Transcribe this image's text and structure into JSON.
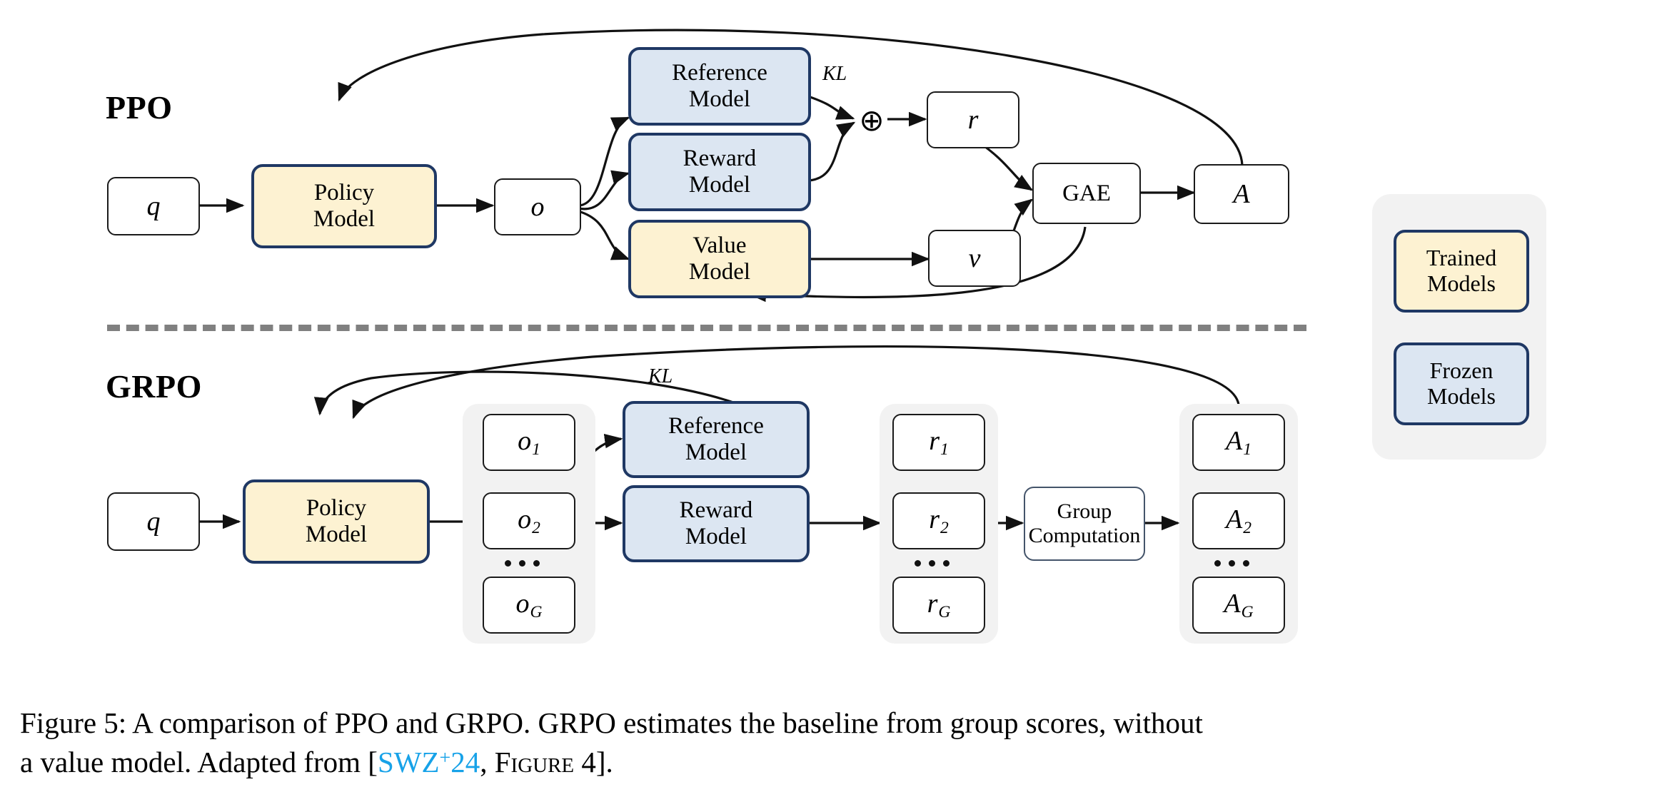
{
  "figure": {
    "rows": [
      {
        "id": "ppo",
        "label": "PPO"
      },
      {
        "id": "grpo",
        "label": "GRPO"
      }
    ],
    "legend": {
      "trained": "Trained Models",
      "trained_line1": "Trained",
      "trained_line2": "Models",
      "frozen": "Frozen Models",
      "frozen_line1": "Frozen",
      "frozen_line2": "Models"
    },
    "edge_labels": {
      "kl_ppo": "KL",
      "kl_grpo": "KL"
    },
    "ppo": {
      "q": "q",
      "policy_line1": "Policy",
      "policy_line2": "Model",
      "o": "o",
      "reference_line1": "Reference",
      "reference_line2": "Model",
      "reward_line1": "Reward",
      "reward_line2": "Model",
      "value_line1": "Value",
      "value_line2": "Model",
      "oplus": "⊕",
      "r": "r",
      "v": "v",
      "gae": "GAE",
      "a": "A"
    },
    "grpo": {
      "q": "q",
      "policy_line1": "Policy",
      "policy_line2": "Model",
      "outputs": [
        {
          "base": "o",
          "sub": "1"
        },
        {
          "base": "o",
          "sub": "2"
        },
        {
          "base": "o",
          "sub": "G"
        }
      ],
      "reference_line1": "Reference",
      "reference_line2": "Model",
      "reward_line1": "Reward",
      "reward_line2": "Model",
      "rewards": [
        {
          "base": "r",
          "sub": "1"
        },
        {
          "base": "r",
          "sub": "2"
        },
        {
          "base": "r",
          "sub": "G"
        }
      ],
      "group_line1": "Group",
      "group_line2": "Computation",
      "advantages": [
        {
          "base": "A",
          "sub": "1"
        },
        {
          "base": "A",
          "sub": "2"
        },
        {
          "base": "A",
          "sub": "G"
        }
      ]
    }
  },
  "caption": {
    "line1_part1": "Figure 5: A comparison of PPO and GRPO. GRPO estimates the baseline from group scores, without",
    "line2_part1": "a value model.  Adapted from [",
    "citation_key": "SWZ",
    "citation_sup": "+",
    "citation_year": "24",
    "line2_part2": ", ",
    "figure_ref": "Figure 4",
    "line2_part3": "]."
  },
  "colors": {
    "trained_fill": "#fdf2d2",
    "frozen_fill": "#dce6f2",
    "model_border": "#1f3864",
    "group_bg": "#f2f2f2",
    "divider": "#808080",
    "citation_link": "#17a2e8",
    "stroke": "#1a1a1a"
  }
}
